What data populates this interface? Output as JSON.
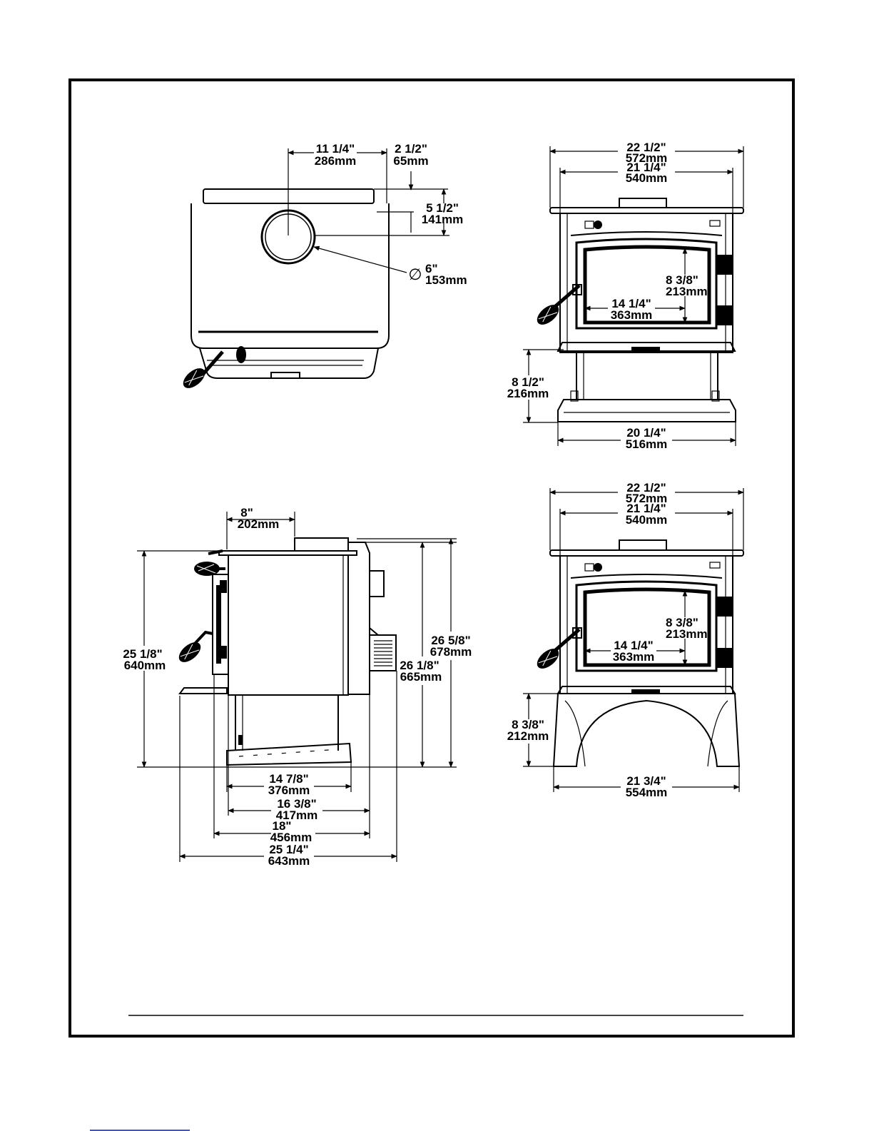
{
  "top_view": {
    "dim_flue_offset": [
      "11 1/4\"",
      "286mm"
    ],
    "dim_rear_offset": [
      "2 1/2\"",
      "65mm"
    ],
    "dim_flue_depth": [
      "5 1/2\"",
      "141mm"
    ],
    "dim_flue_diameter_symbol": "∅",
    "dim_flue_diameter": [
      "6\"",
      "153mm"
    ]
  },
  "front_view_pedestal": {
    "dim_top_width": [
      "22 1/2\"",
      "572mm"
    ],
    "dim_body_width": [
      "21 1/4\"",
      "540mm"
    ],
    "dim_glass_height": [
      "8 3/8\"",
      "213mm"
    ],
    "dim_glass_width": [
      "14 1/4\"",
      "363mm"
    ],
    "dim_pedestal_height": [
      "8 1/2\"",
      "216mm"
    ],
    "dim_base_width": [
      "20 1/4\"",
      "516mm"
    ]
  },
  "side_view": {
    "dim_flue_offset": [
      "8\"",
      "202mm"
    ],
    "dim_height_front": [
      "25 1/8\"",
      "640mm"
    ],
    "dim_height_flue": [
      "26 1/8\"",
      "665mm"
    ],
    "dim_height_total": [
      "26 5/8\"",
      "678mm"
    ],
    "dim_base_depth": [
      "14 7/8\"",
      "376mm"
    ],
    "dim_body_depth": [
      "16 3/8\"",
      "417mm"
    ],
    "dim_depth_with_door": [
      "18\"",
      "456mm"
    ],
    "dim_overall_depth": [
      "25 1/4\"",
      "643mm"
    ]
  },
  "front_view_legs": {
    "dim_top_width": [
      "22 1/2\"",
      "572mm"
    ],
    "dim_body_width": [
      "21 1/4\"",
      "540mm"
    ],
    "dim_glass_height": [
      "8 3/8\"",
      "213mm"
    ],
    "dim_glass_width": [
      "14 1/4\"",
      "363mm"
    ],
    "dim_leg_height": [
      "8 3/8\"",
      "212mm"
    ],
    "dim_leg_width": [
      "21 3/4\"",
      "554mm"
    ]
  }
}
